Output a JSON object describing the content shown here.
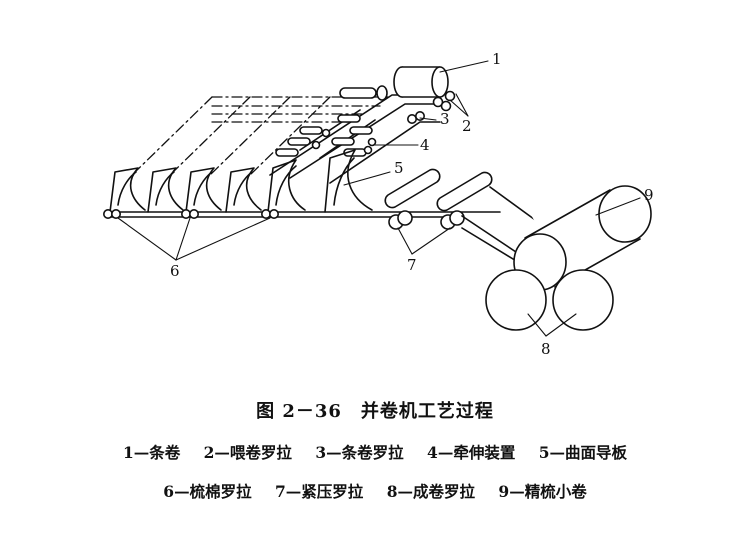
{
  "figure": {
    "title": "图 2－36　并卷机工艺过程",
    "legend_row1": [
      "1—条卷",
      "2—喂卷罗拉",
      "3—条卷罗拉",
      "4—牵伸装置",
      "5—曲面导板"
    ],
    "legend_row2": [
      "6—梳棉罗拉",
      "7—紧压罗拉",
      "8—成卷罗拉",
      "9—精梳小卷"
    ]
  },
  "callouts": {
    "n1": "1",
    "n2": "2",
    "n3": "3",
    "n4": "4",
    "n5": "5",
    "n6": "6",
    "n7": "7",
    "n8": "8",
    "n9": "9"
  }
}
